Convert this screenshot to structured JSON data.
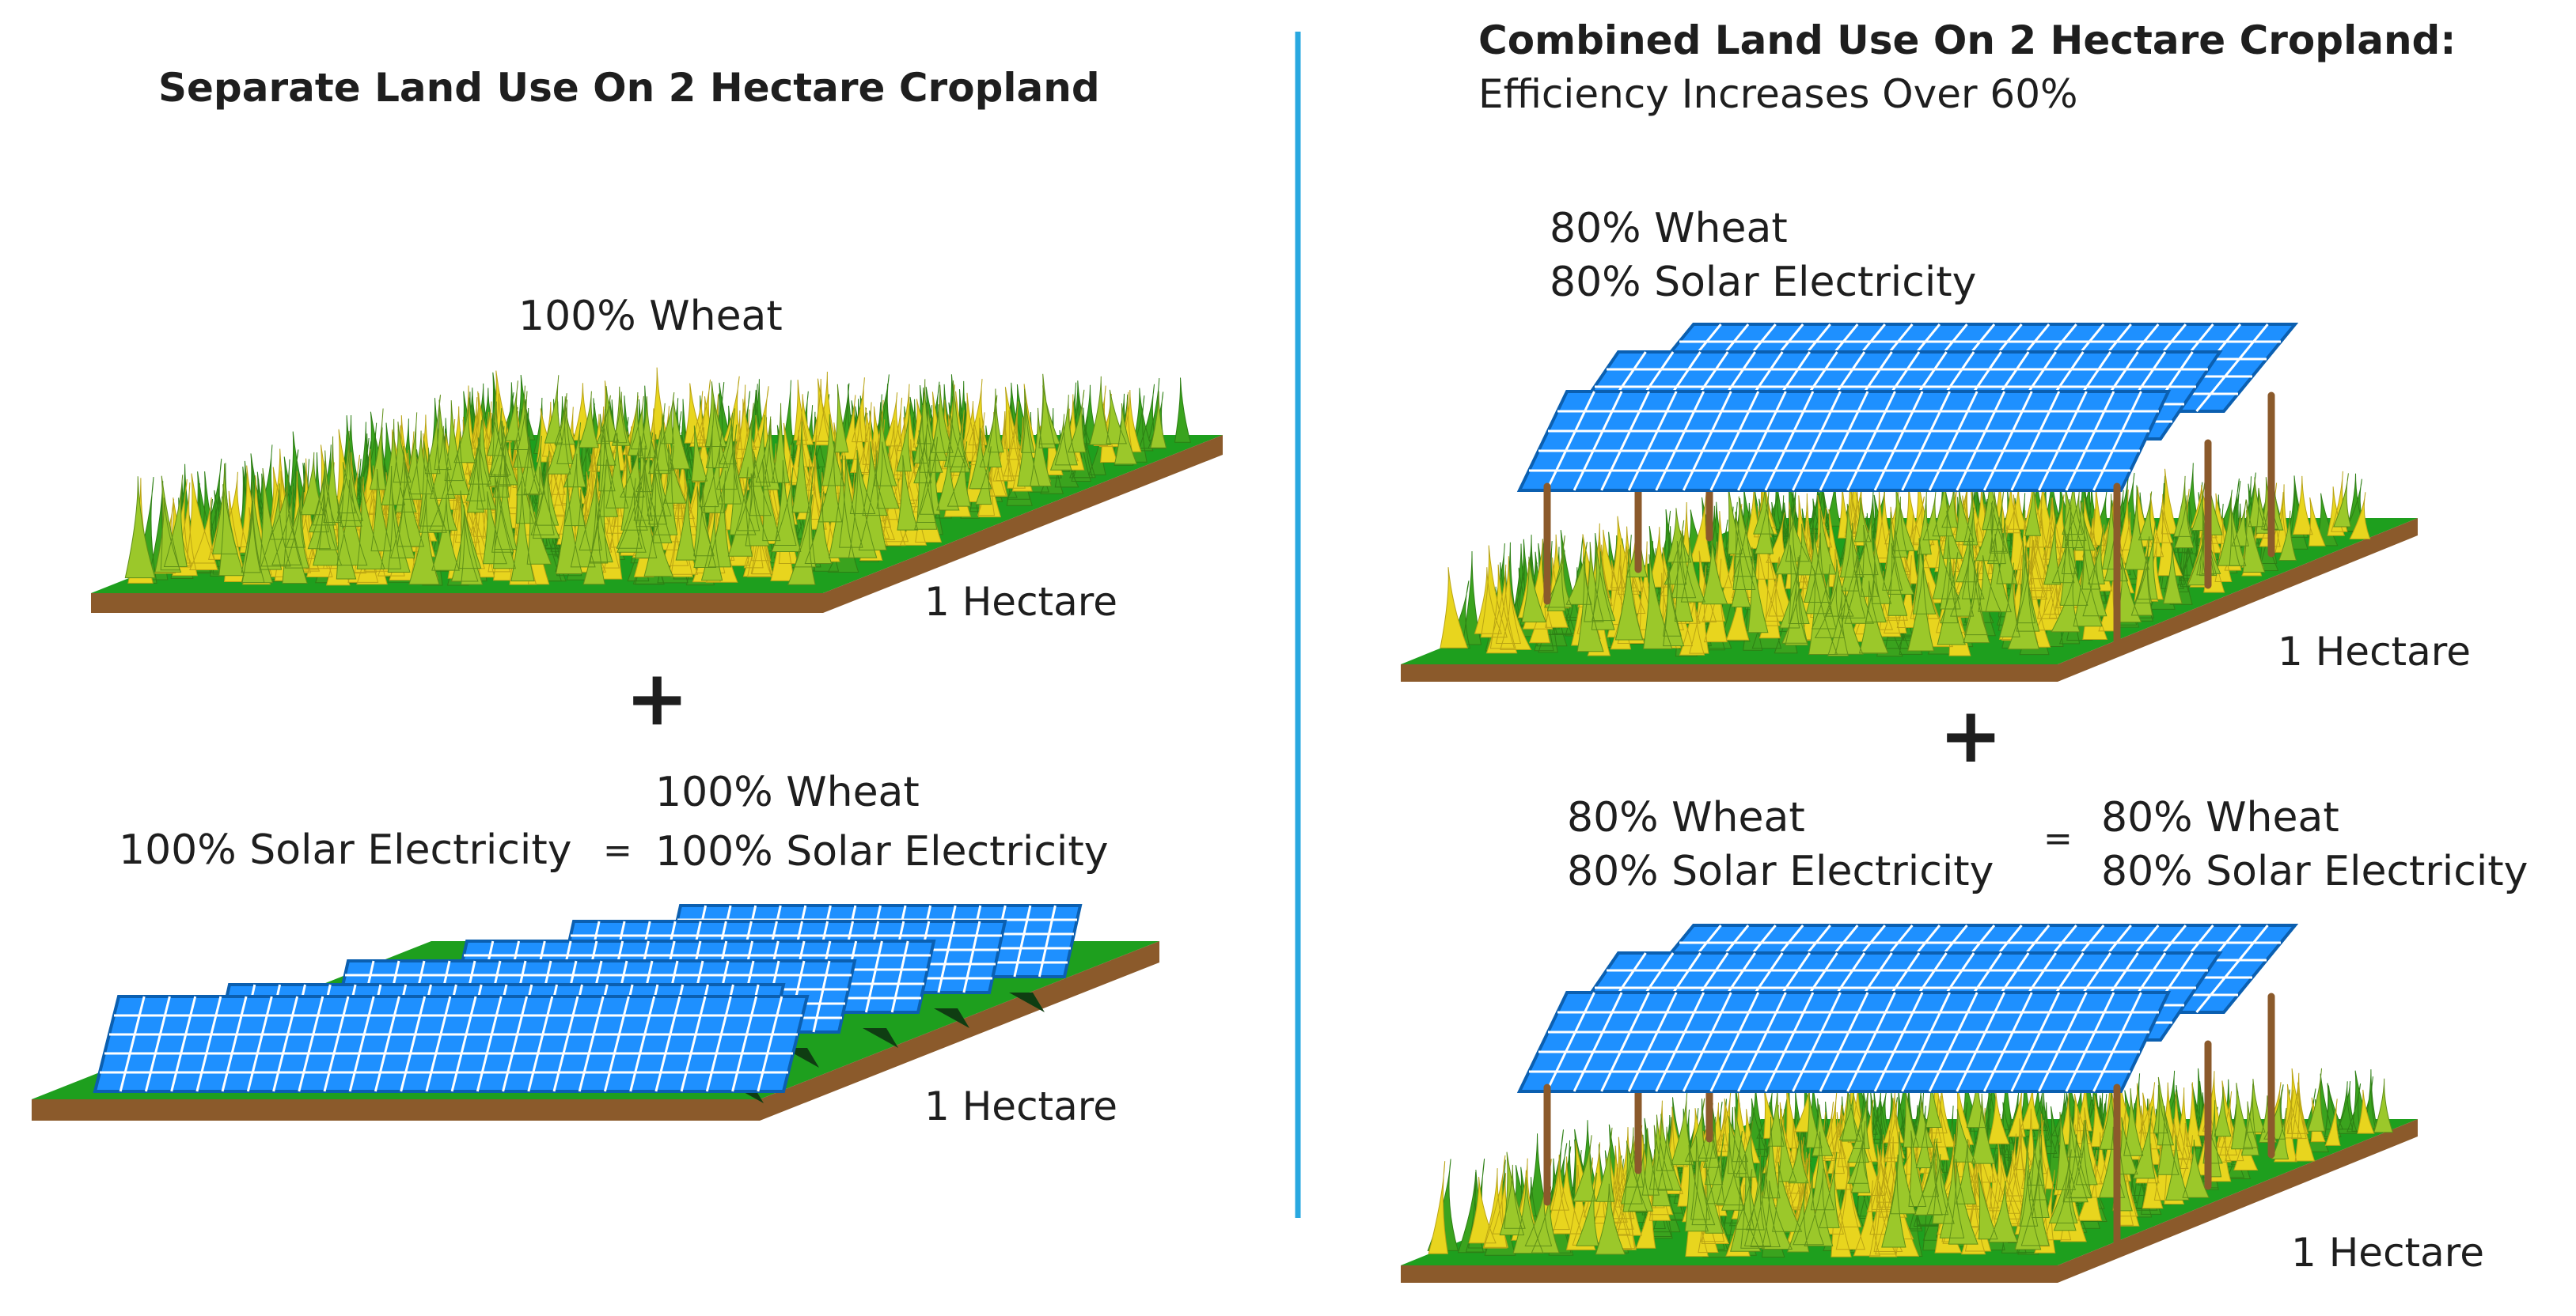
{
  "left": {
    "title": "Separate Land Use On 2 Hectare Cropland",
    "wheat_label": "100% Wheat",
    "field_top_area": "1 Hectare",
    "plus": "+",
    "solar_label": "100% Solar Electricity",
    "equals": "=",
    "result_line1": "100% Wheat",
    "result_line2": "100% Solar Electricity",
    "field_bottom_area": "1 Hectare"
  },
  "right": {
    "title": "Combined Land Use On 2 Hectare Cropland:",
    "subtitle": "Efficiency Increases Over 60%",
    "top_line1": "80% Wheat",
    "top_line2": "80% Solar Electricity",
    "field_top_area": "1 Hectare",
    "plus": "+",
    "bottom_line1": "80% Wheat",
    "bottom_line2": "80% Solar Electricity",
    "equals": "=",
    "result_line1": "80% Wheat",
    "result_line2": "80% Solar Electricity",
    "field_bottom_area": "1 Hectare"
  },
  "colors": {
    "grass": "#1e9f1e",
    "soil": "#8b5a2b",
    "panel": "#1e90ff",
    "panel_grid": "#ffffff",
    "post": "#8b5a2b",
    "wheat_green": "#3aa31e",
    "wheat_yellow": "#e8d51e",
    "divider": "#29a8e0"
  }
}
